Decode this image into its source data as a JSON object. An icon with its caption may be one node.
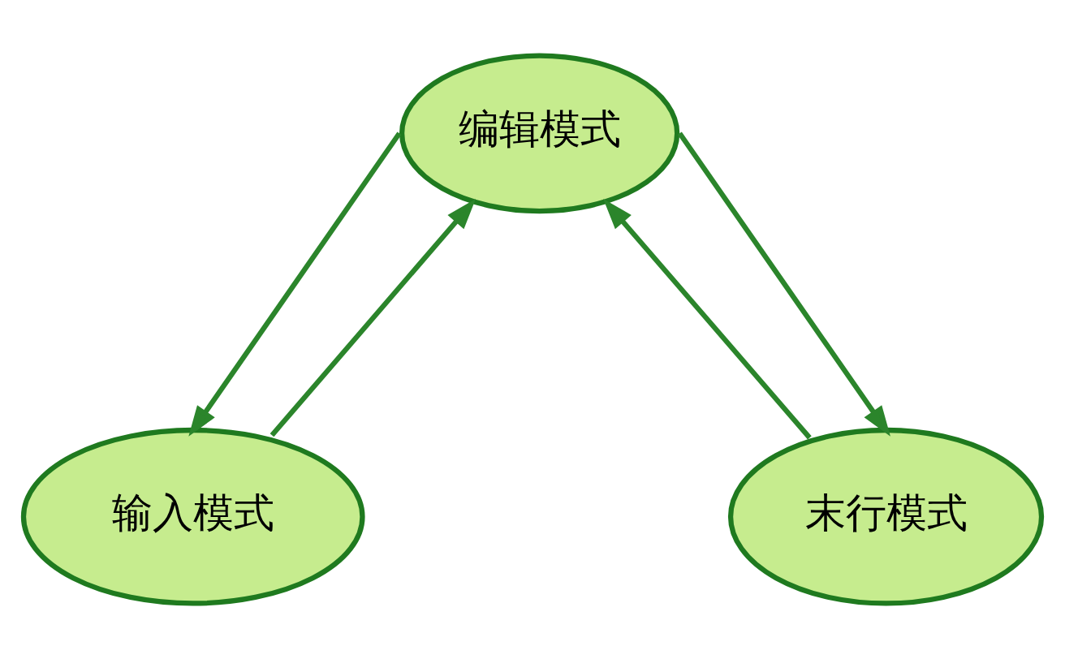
{
  "diagram": {
    "nodes": [
      {
        "text": [
          "编辑模式"
        ]
      },
      {
        "text": [
          "输入模式"
        ]
      },
      {
        "text": [
          "末行模式"
        ]
      }
    ],
    "edges": [
      {
        "from": 0,
        "to": 1,
        "arrow": "to"
      },
      {
        "from": 1,
        "to": 0,
        "arrow": "to"
      },
      {
        "from": 2,
        "to": 0,
        "arrow": "to"
      },
      {
        "from": 0,
        "to": 2,
        "arrow": "to"
      }
    ]
  }
}
